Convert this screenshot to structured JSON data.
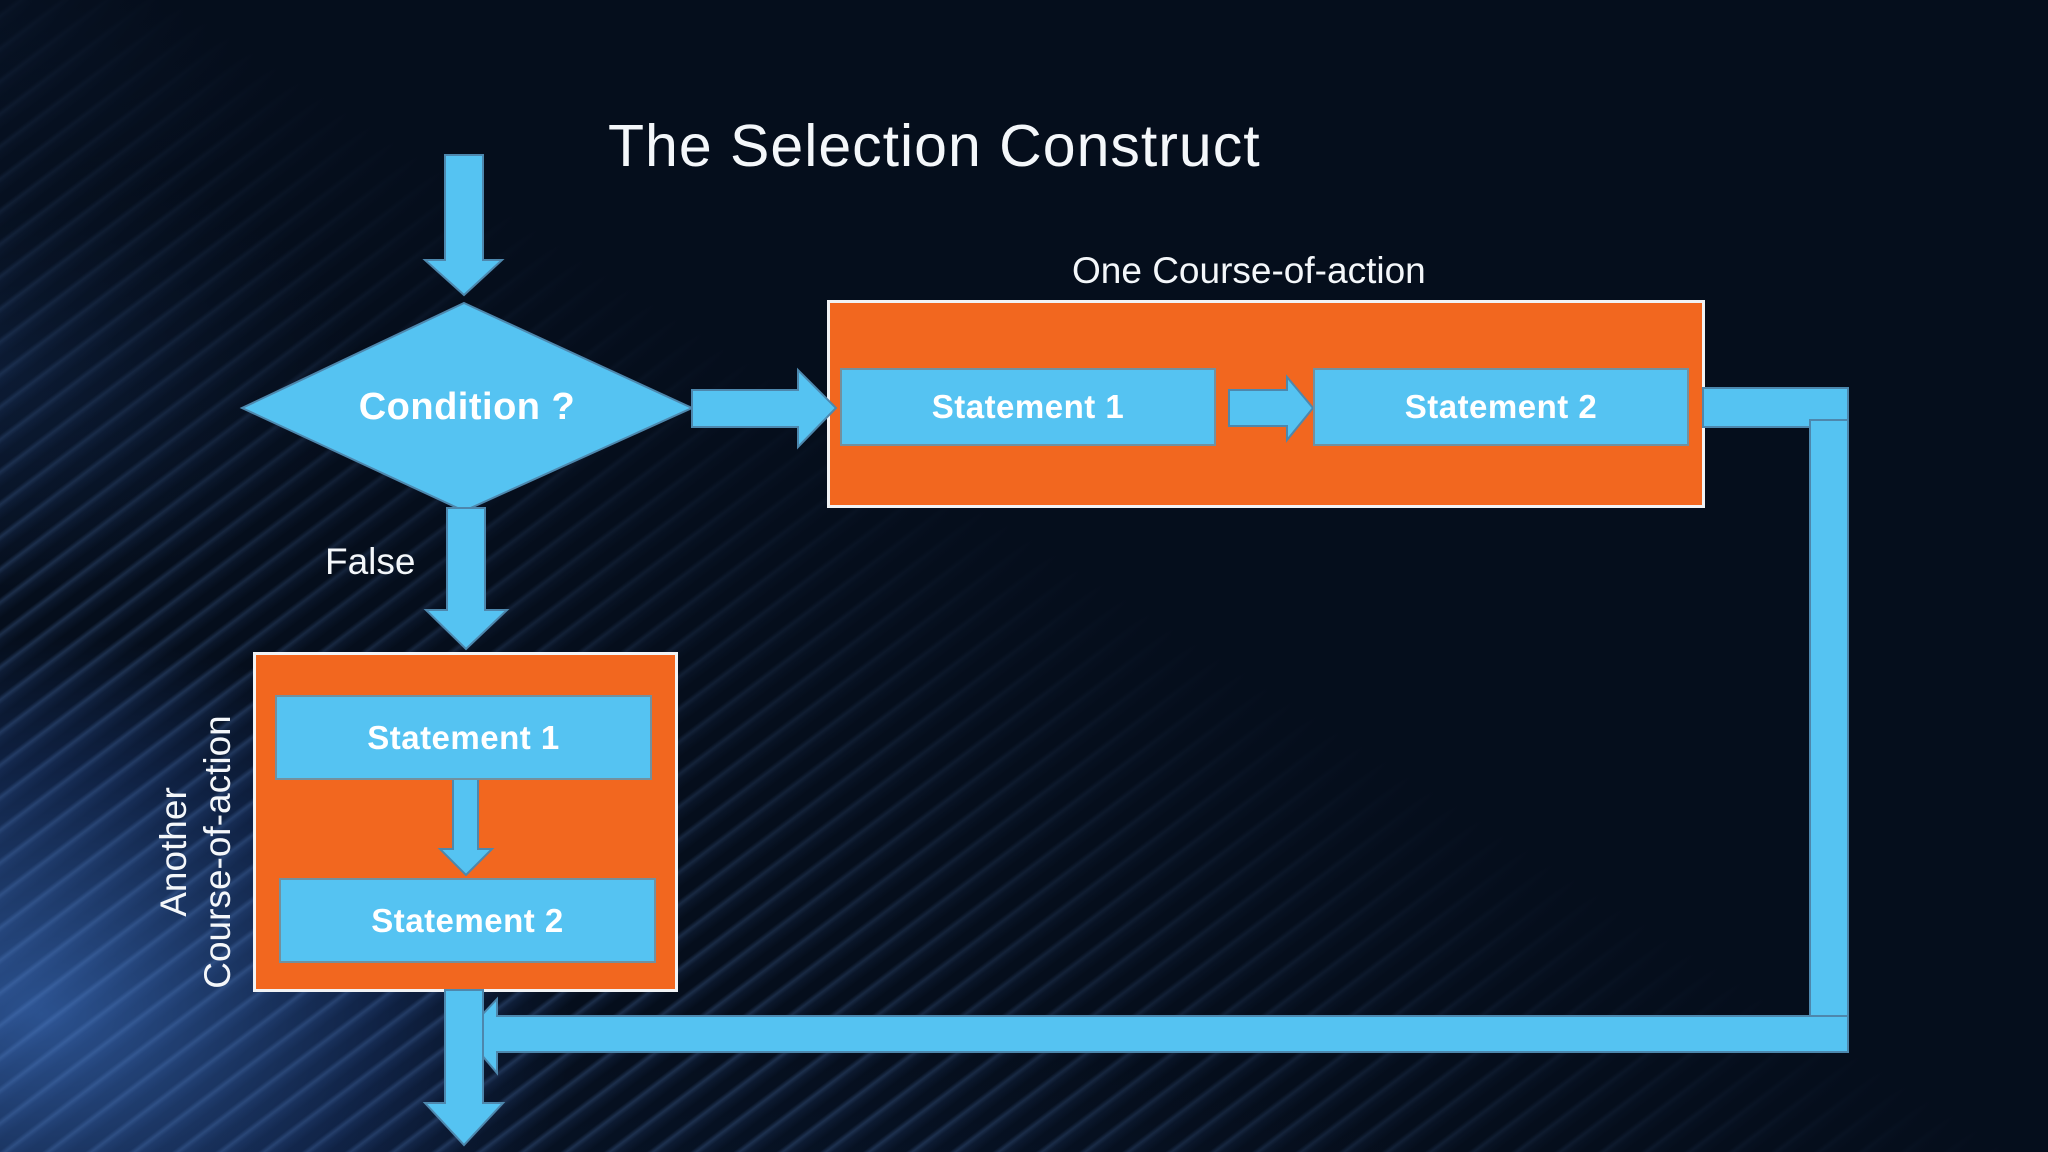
{
  "slide": {
    "title": "The Selection Construct",
    "condition": {
      "label": "Condition ?"
    },
    "one_course": {
      "caption": "One Course-of-action",
      "statements": [
        "Statement 1",
        "Statement 2"
      ]
    },
    "another_course": {
      "caption_line1": "Another",
      "caption_line2": "Course-of-action",
      "statements": [
        "Statement 1",
        "Statement 2"
      ]
    },
    "edge_labels": {
      "false": "False"
    },
    "colors": {
      "background": "#050e1c",
      "beam_blue": "#3a6fc4",
      "shape_blue": "#55c3f2",
      "shape_outline": "#4d87ad",
      "orange": "#f2671f",
      "group_border": "#f1f3f5",
      "text": "#ffffff"
    }
  }
}
